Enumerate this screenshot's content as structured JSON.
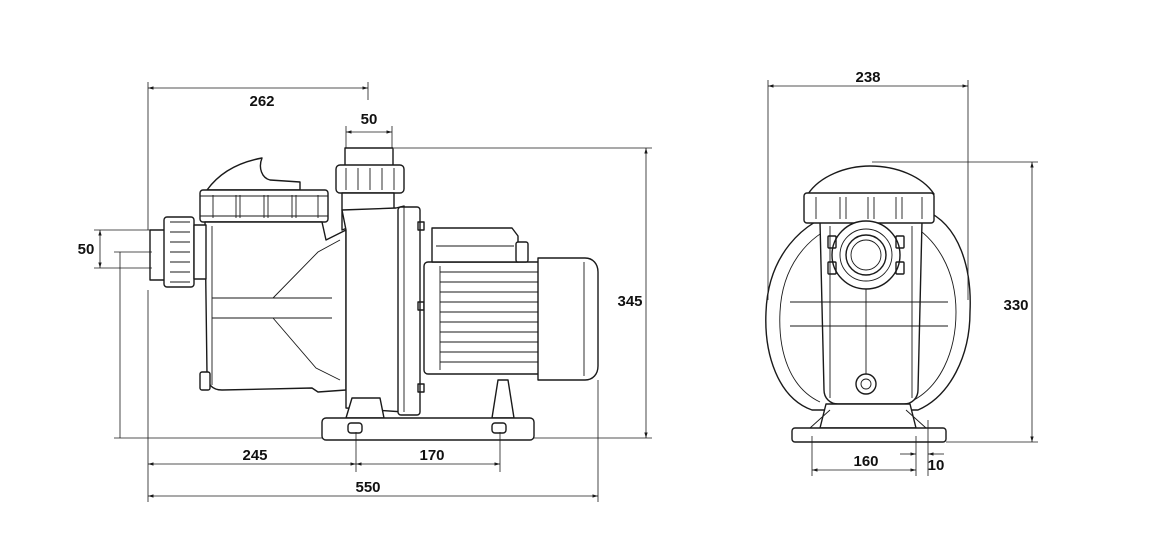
{
  "dimensions": {
    "side_view": {
      "overall_length": "550",
      "height": "345",
      "inlet_to_outlet": "262",
      "outlet_diameter": "50",
      "inlet_diameter": "50",
      "inlet_to_foot": "245",
      "foot_spacing": "170"
    },
    "front_view": {
      "width": "238",
      "height": "330",
      "foot_spacing": "160",
      "foot_hole": "10"
    }
  }
}
